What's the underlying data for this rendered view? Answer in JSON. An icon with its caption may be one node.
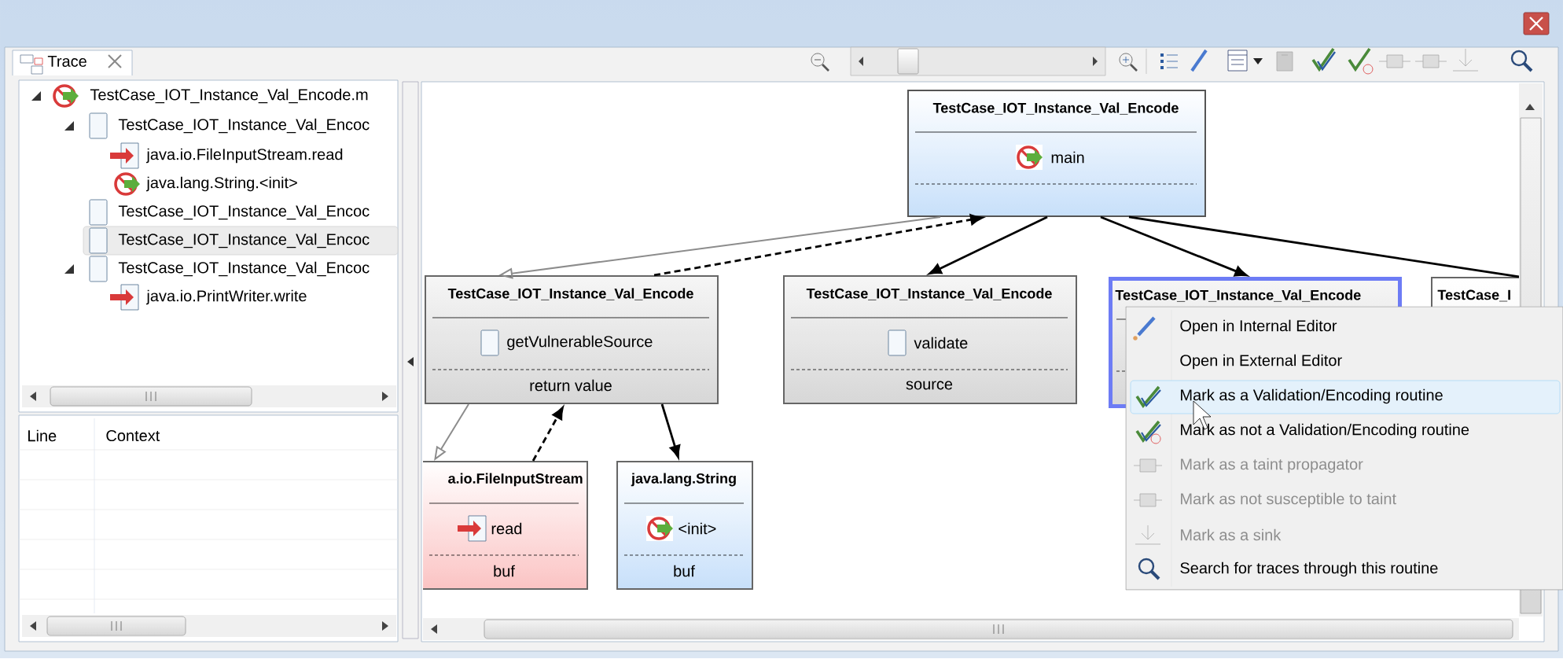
{
  "diagram": {
    "nodes": [
      {
        "text": [
          "TestCase_IOT_Instance_Val_Encode",
          "main"
        ]
      },
      {
        "text": [
          "TestCase_IOT_Instance_Val_Encode",
          "getVulnerableSource",
          "return value"
        ]
      },
      {
        "text": [
          "TestCase_IOT_Instance_Val_Encode",
          "validate",
          "source"
        ]
      },
      {
        "text": [
          "TestCase_IOT_Instance_Val_Encode"
        ]
      },
      {
        "text": [
          "TestCase_I"
        ]
      },
      {
        "text": [
          "a.io.FileInputStream",
          "read",
          "buf"
        ]
      },
      {
        "text": [
          "java.lang.String",
          "<init>",
          "buf"
        ]
      }
    ],
    "edges": [
      {
        "from": 0,
        "to": 1,
        "arrow": "to",
        "color": "#8c8c8c"
      },
      {
        "from": 1,
        "to": 0,
        "arrow": "to",
        "style": "dashed"
      },
      {
        "from": 0,
        "to": 2,
        "arrow": "to"
      },
      {
        "from": 0,
        "to": 3,
        "arrow": "to"
      },
      {
        "from": 0,
        "to": 4,
        "arrow": "none"
      },
      {
        "from": 1,
        "to": 5,
        "arrow": "to",
        "color": "#8c8c8c"
      },
      {
        "from": 5,
        "to": 1,
        "arrow": "to",
        "style": "dashed"
      },
      {
        "from": 1,
        "to": 6,
        "arrow": "to"
      }
    ],
    "labels": [
      "Trace",
      "TestCase_IOT_Instance_Val_Encode.m",
      "TestCase_IOT_Instance_Val_Encoc",
      "java.io.FileInputStream.read",
      "java.lang.String.<init>",
      "TestCase_IOT_Instance_Val_Encoc",
      "TestCase_IOT_Instance_Val_Encoc",
      "TestCase_IOT_Instance_Val_Encoc",
      "java.io.PrintWriter.write",
      "Line",
      "Context",
      "Open in Internal Editor",
      "Open in External Editor",
      "Mark as a Validation/Encoding routine",
      "Mark as not a Validation/Encoding routine",
      "Mark as a taint propagator",
      "Mark as not susceptible to taint",
      "Mark as a sink",
      "Search for traces through this routine"
    ]
  }
}
